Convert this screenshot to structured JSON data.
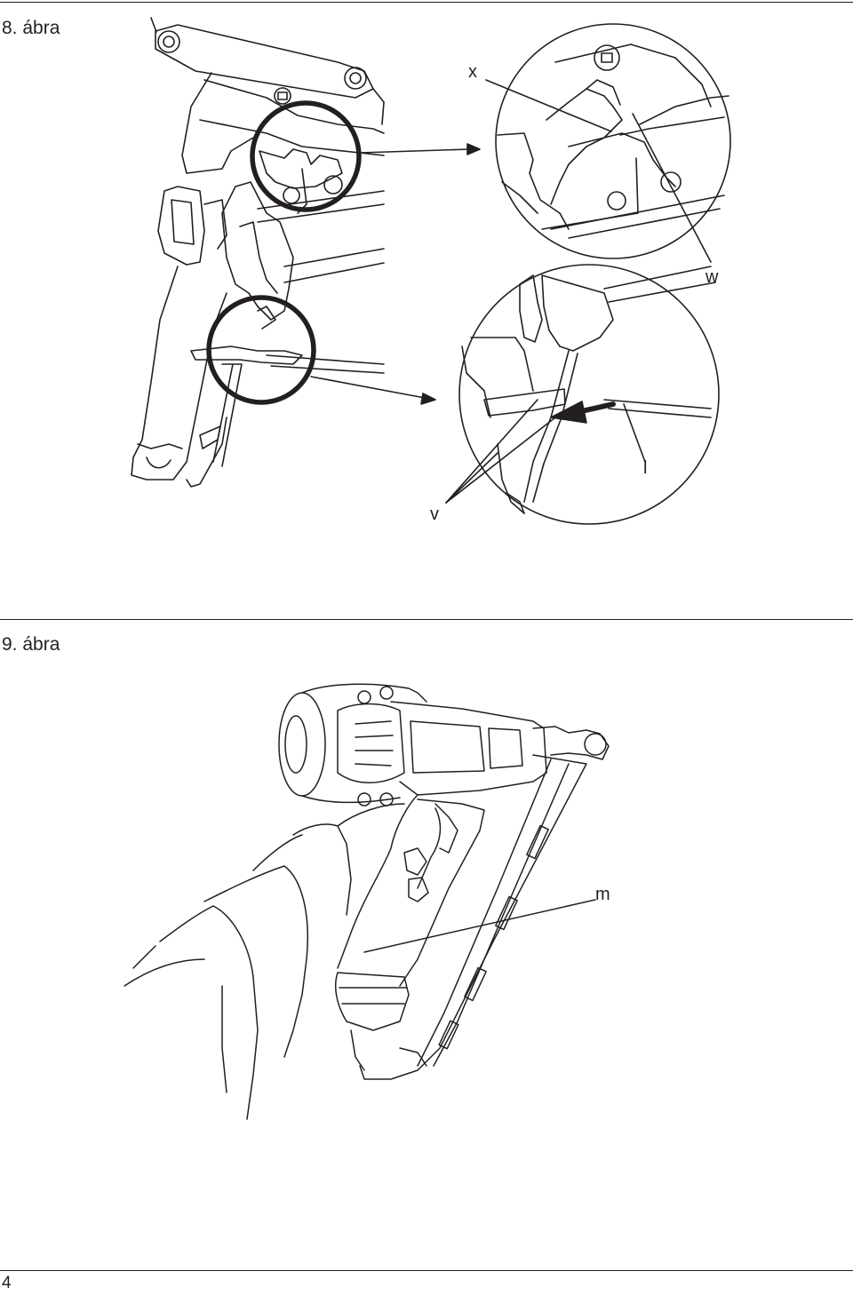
{
  "figures": {
    "fig8": {
      "title": "8. ábra",
      "callouts": {
        "x": "x",
        "w": "w",
        "l": "l",
        "v": "v"
      }
    },
    "fig9": {
      "title": "9. ábra",
      "callouts": {
        "m": "m"
      }
    }
  },
  "footer": {
    "page_number": "4"
  },
  "colors": {
    "ink": "#231f20",
    "paper": "#ffffff"
  }
}
